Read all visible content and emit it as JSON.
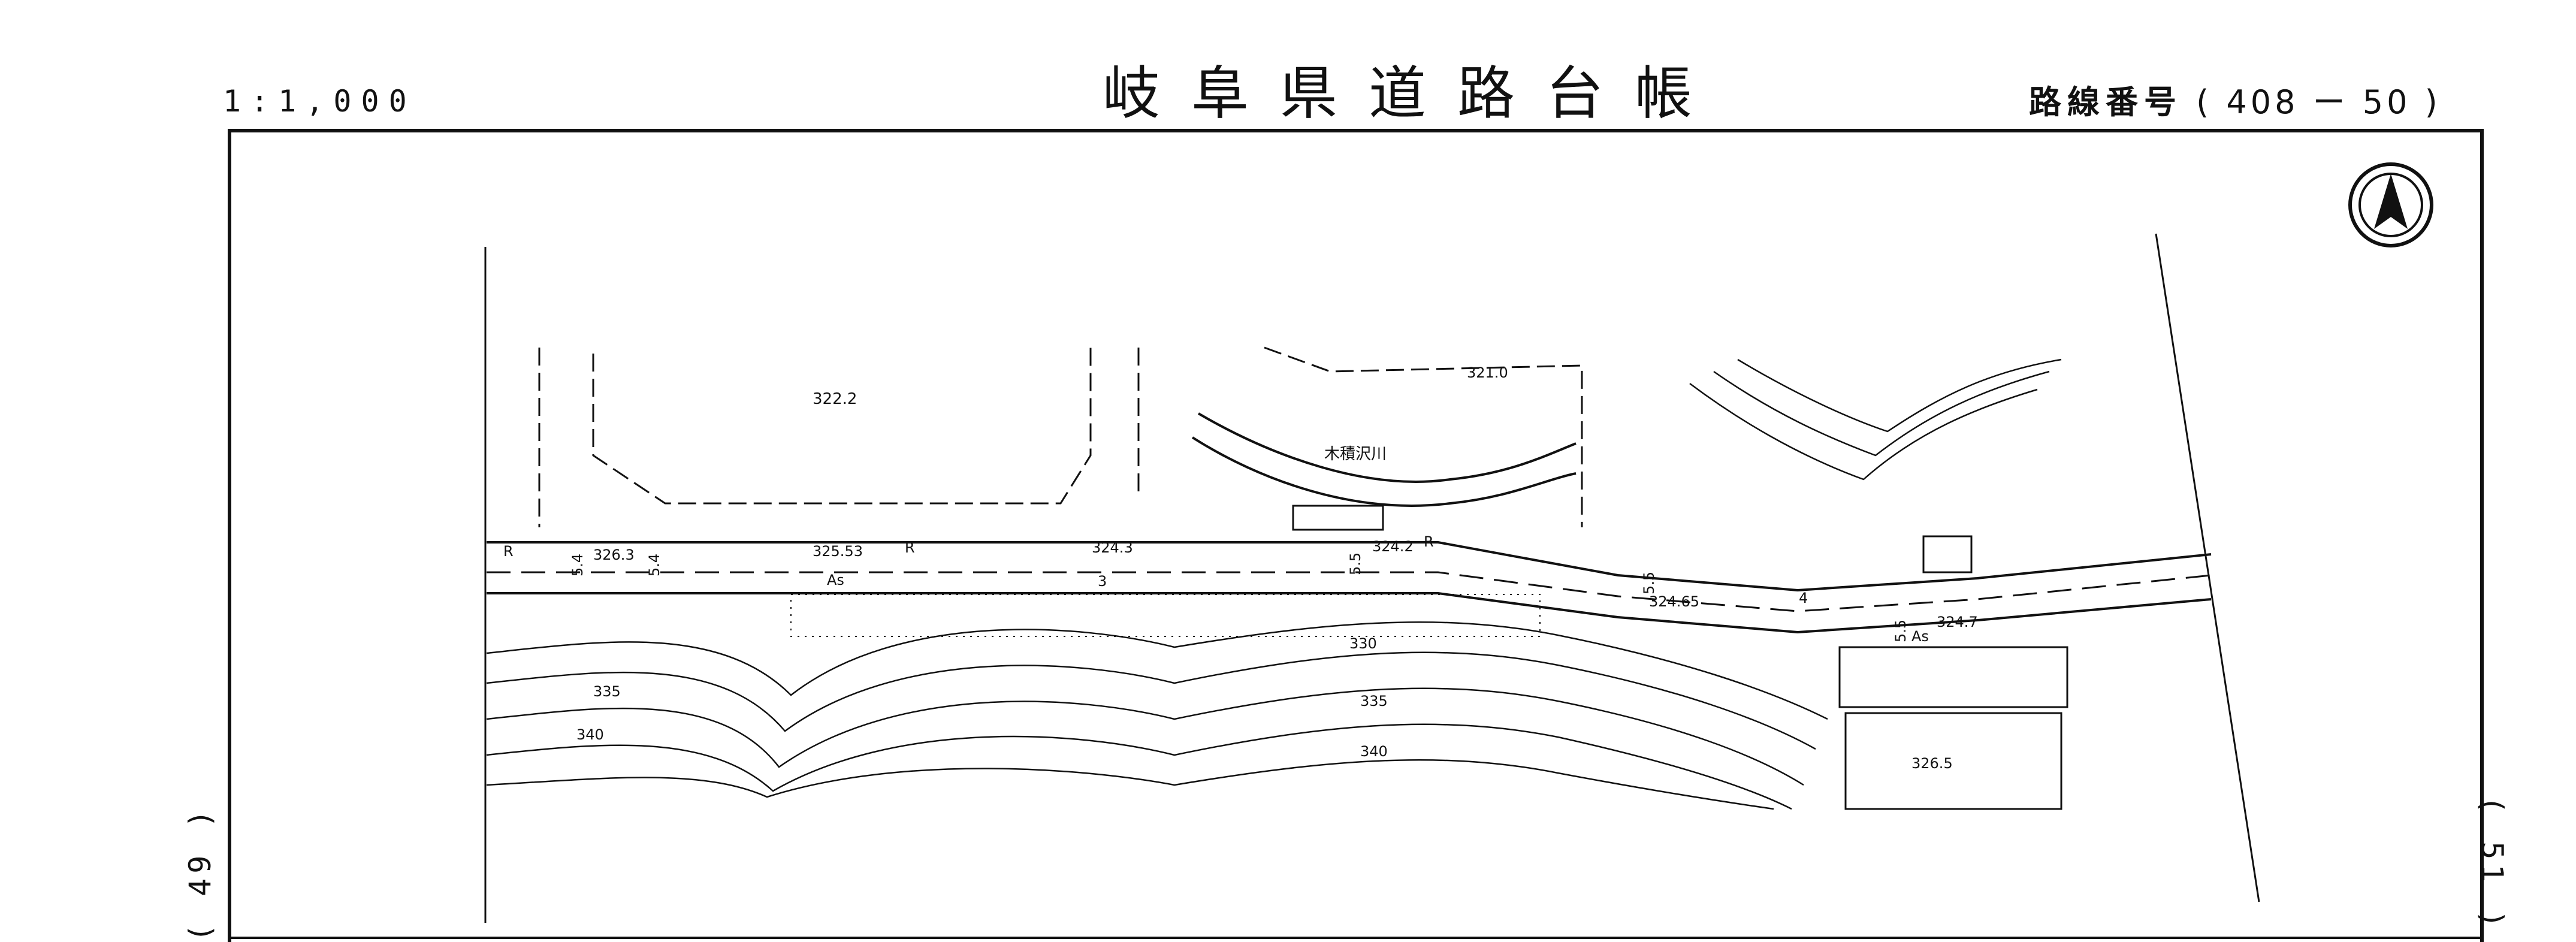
{
  "header": {
    "scale": "1:1,000",
    "title": "岐阜県道路台帳",
    "route_label": "路線番号",
    "route_number": "( 408 ー 50 )"
  },
  "side_labels": {
    "left": "(  49  )",
    "right": "(  51  )"
  },
  "map": {
    "north_arrow": "north-arrow-icon",
    "road_symbols": [
      "R",
      "R",
      "R",
      "As",
      "As"
    ],
    "segment_numbers": [
      "3",
      "4"
    ],
    "widths": [
      "5.4",
      "5.4",
      "5.5",
      "5.5",
      "5.5"
    ],
    "elevations": [
      "322.2",
      "321.0",
      "326.3",
      "325.53",
      "324.3",
      "324.2",
      "324.65",
      "324.7",
      "326.5"
    ],
    "contours": [
      "330",
      "335",
      "335",
      "340",
      "340"
    ],
    "river": "木積沢川"
  }
}
